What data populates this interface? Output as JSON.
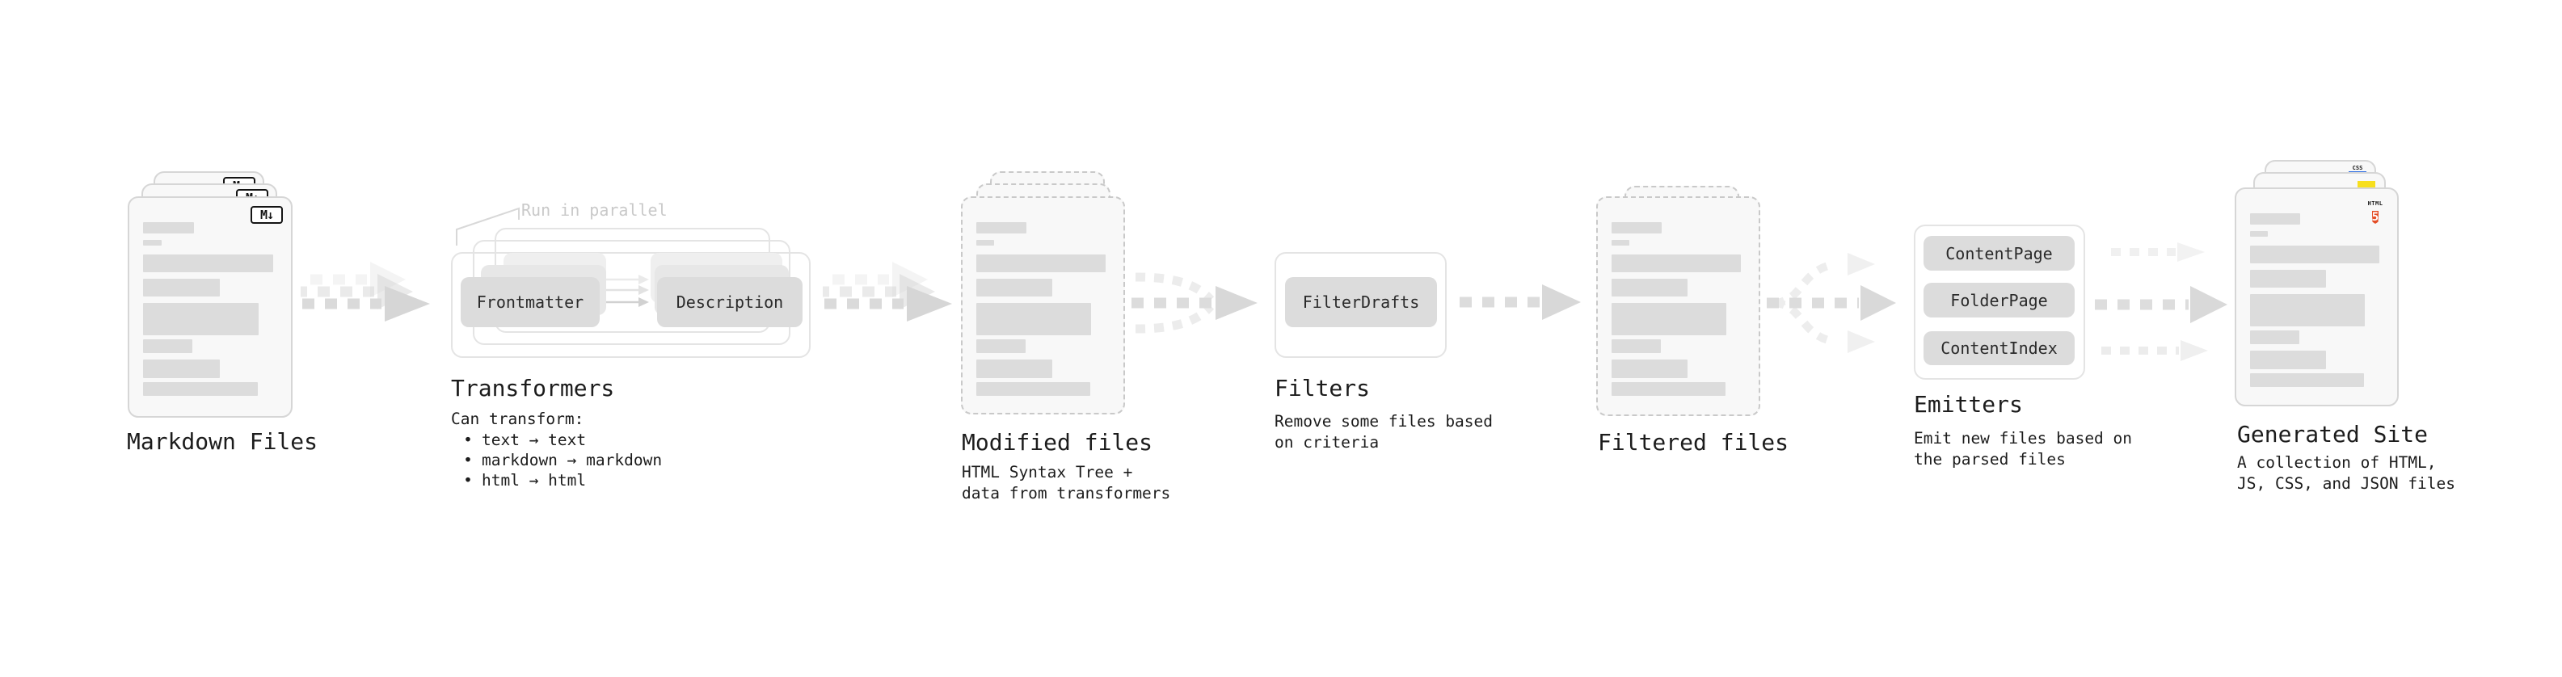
{
  "diagram_title_hidden": "",
  "colors": {
    "background": "#ffffff",
    "label_text": "#1c1c1c",
    "muted_annotation": "#c9c9c9",
    "box_fill": "#dcdcdc",
    "box_text": "#2a2a2a",
    "doc_fill": "#f8f8f8",
    "doc_border_solid": "#d6d6d6",
    "doc_border_dashed": "#c9c9c9",
    "placeholder_bar": "#dcdcdc",
    "arrow_main": "#d9d9d9",
    "arrow_ghost": "#efefef",
    "outline_border": "#e4e4e4",
    "markdown_icon_ink": "#141414",
    "html5_orange": "#e44d26",
    "js_yellow": "#f7df1e",
    "css_blue": "#2f6fe4"
  },
  "doc_skeleton": {
    "bars": [
      {
        "w": "39%",
        "h": 14,
        "mt": 0
      },
      {
        "w": "14%",
        "h": 7,
        "mt": 8
      },
      {
        "w": "100%",
        "h": 22,
        "mt": 11
      },
      {
        "w": "59%",
        "h": 22,
        "mt": 8
      },
      {
        "w": "89%",
        "h": 40,
        "mt": 8
      },
      {
        "w": "38%",
        "h": 17,
        "mt": 5
      },
      {
        "w": "59%",
        "h": 23,
        "mt": 8
      },
      {
        "w": "88%",
        "h": 17,
        "mt": 5
      }
    ]
  },
  "stages": {
    "markdown_files": {
      "label": "Markdown Files",
      "icon": "markdown-icon",
      "icon_text": "M↓"
    },
    "transformers": {
      "label": "Transformers",
      "annotation": "Run in parallel",
      "boxes": [
        "Frontmatter",
        "Description"
      ],
      "note_title": "Can transform:",
      "bullet_char": "•",
      "bullets": [
        "text → text",
        "markdown → markdown",
        "html → html"
      ]
    },
    "modified_files": {
      "label": "Modified files",
      "note_lines": [
        "HTML Syntax Tree +",
        "data from transformers"
      ]
    },
    "filters": {
      "label": "Filters",
      "boxes": [
        "FilterDrafts"
      ],
      "note_lines": [
        "Remove some files based",
        "on criteria"
      ]
    },
    "filtered_files": {
      "label": "Filtered files"
    },
    "emitters": {
      "label": "Emitters",
      "boxes": [
        "ContentPage",
        "FolderPage",
        "ContentIndex"
      ],
      "note_lines": [
        "Emit new files based on",
        "the parsed files"
      ]
    },
    "generated_site": {
      "label": "Generated Site",
      "note_lines": [
        "A collection of HTML,",
        "JS, CSS, and JSON files"
      ],
      "badges": {
        "html_word": "HTML",
        "html_number": "5",
        "css_word": "CSS",
        "js_icon": "js-yellow-square"
      }
    }
  }
}
